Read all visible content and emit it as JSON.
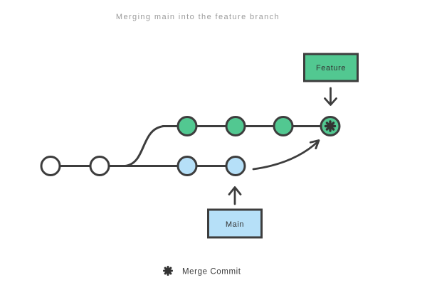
{
  "title": "Merging main into the feature branch",
  "legend": {
    "merge_commit_label": "Merge Commit"
  },
  "boxes": {
    "feature_label": "Feature",
    "main_label": "Main"
  },
  "colors": {
    "green": "#52c891",
    "blue": "#b6e0f8",
    "white": "#ffffff",
    "stroke_dark": "#3d3d3d",
    "title_gray": "#9b9b9b",
    "text_dark": "#333333",
    "background": "#ffffff"
  },
  "diagram": {
    "type": "git-graph",
    "merge_direction": "main into feature",
    "branches": [
      {
        "name": "Feature",
        "color": "#52c891",
        "commit_count": 3,
        "ends_with_merge_commit": true
      },
      {
        "name": "Main",
        "color": "#b6e0f8",
        "shared_white_commits": 2,
        "branch_commits": 2
      }
    ]
  }
}
